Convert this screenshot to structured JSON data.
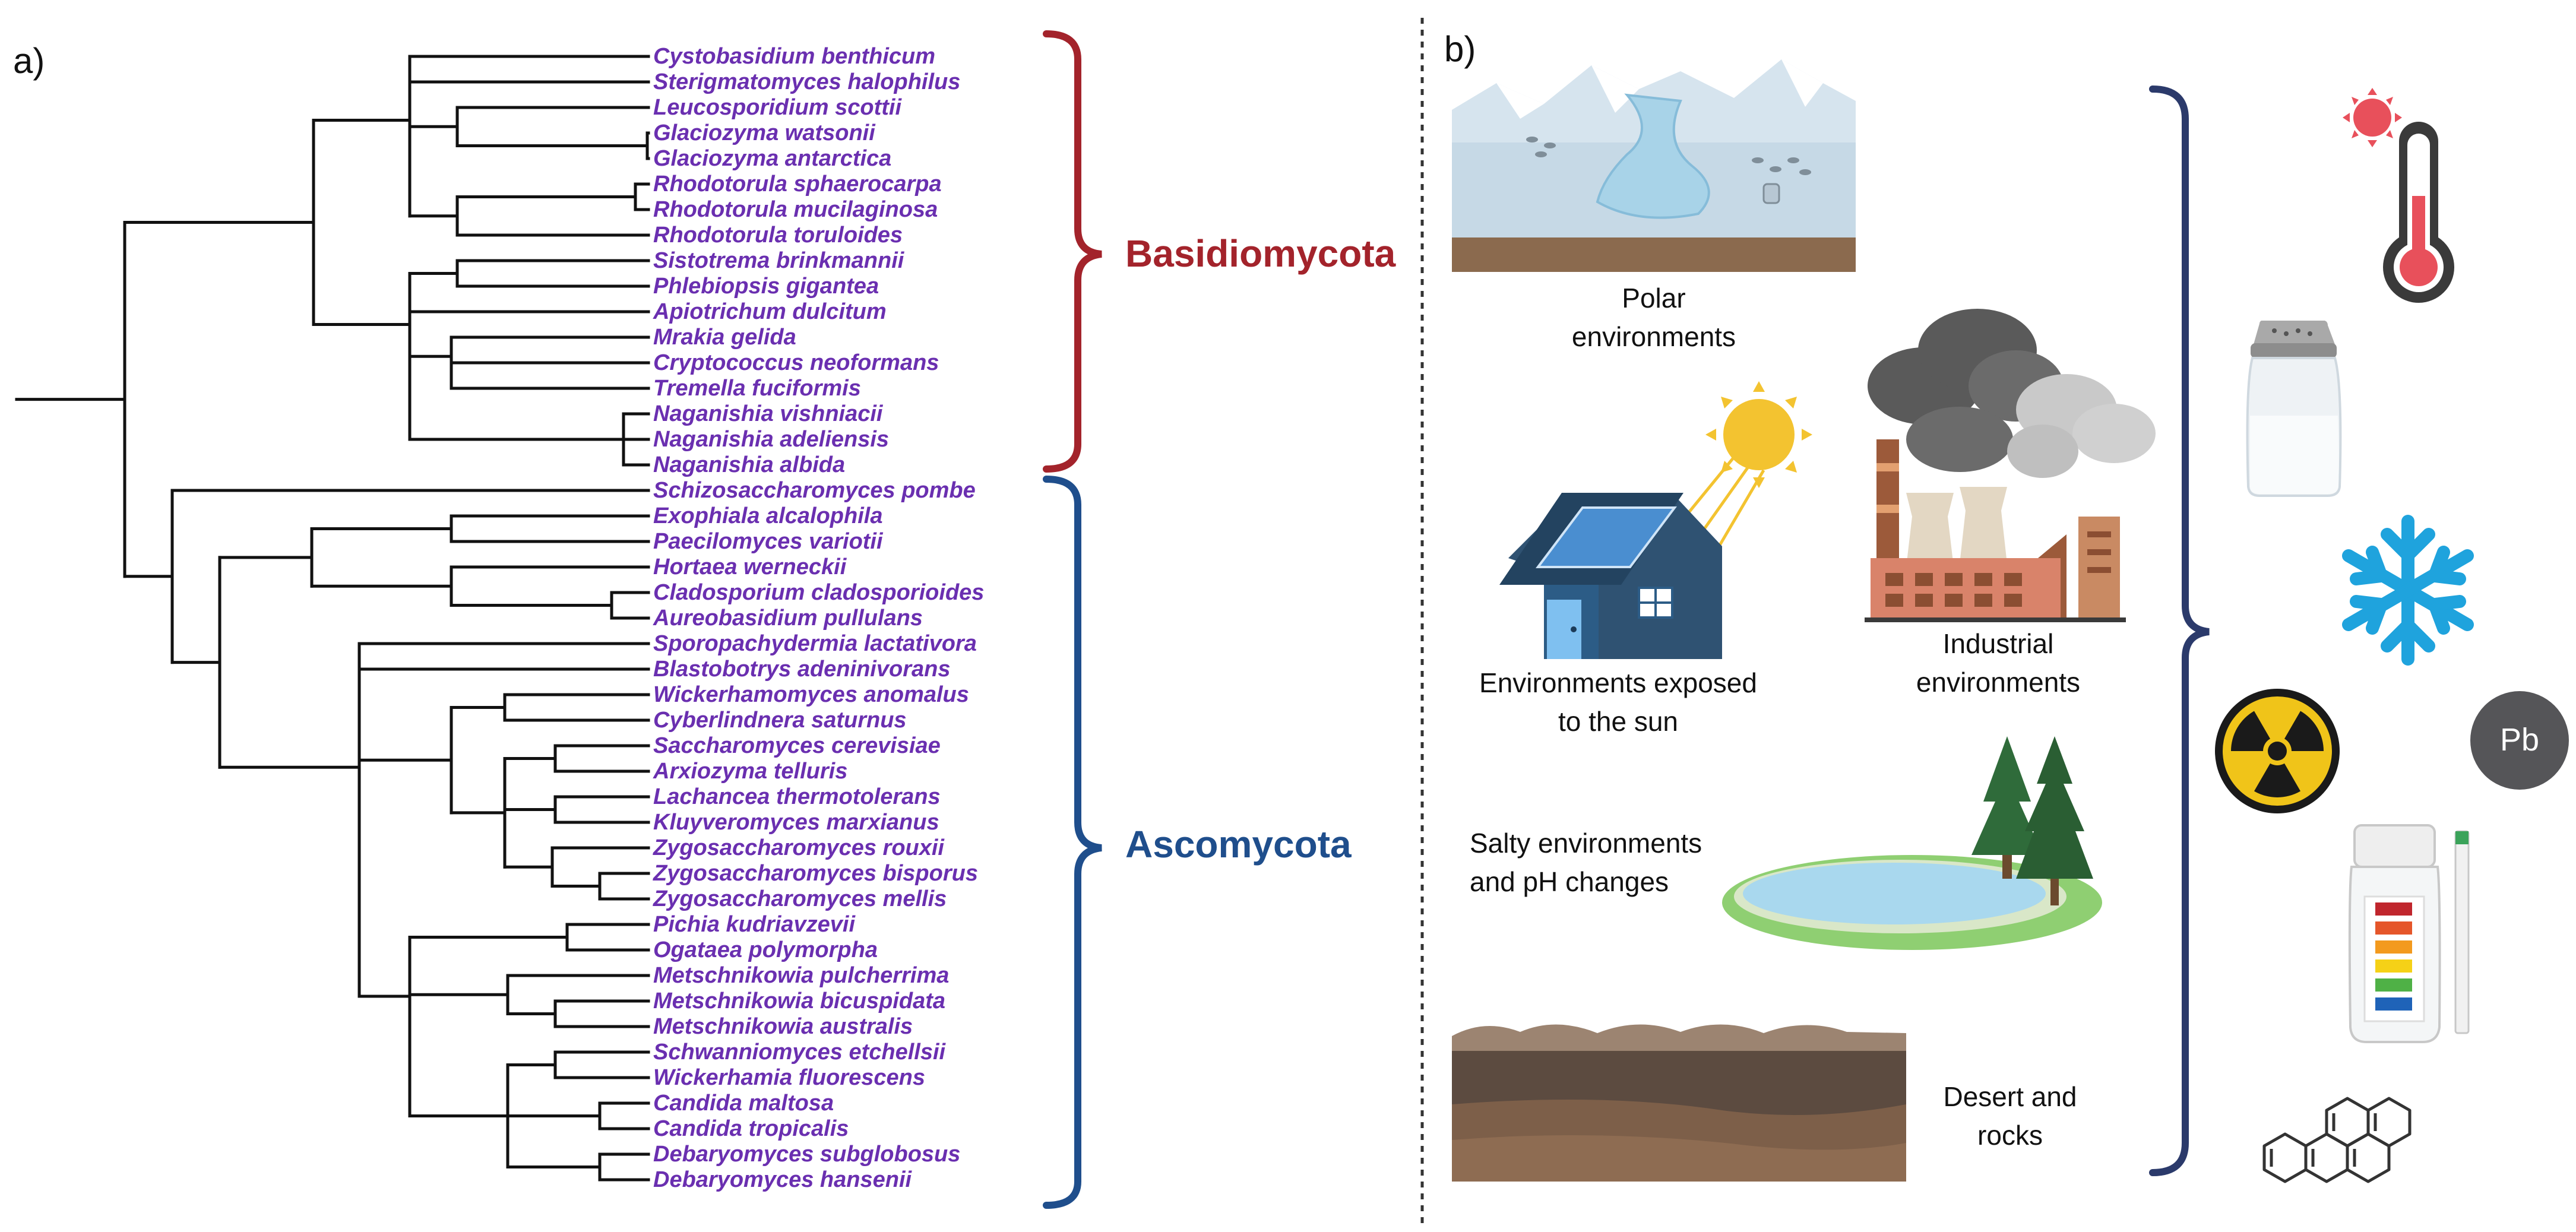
{
  "panels": {
    "a": "a)",
    "b": "b)"
  },
  "taxa": [
    "Cystobasidium benthicum",
    "Sterigmatomyces halophilus",
    "Leucosporidium scottii",
    "Glaciozyma watsonii",
    "Glaciozyma antarctica",
    "Rhodotorula sphaerocarpa",
    "Rhodotorula mucilaginosa",
    "Rhodotorula toruloides",
    "Sistotrema brinkmannii",
    "Phlebiopsis gigantea",
    "Apiotrichum dulcitum",
    "Mrakia gelida",
    "Cryptococcus neoformans",
    "Tremella fuciformis",
    "Naganishia vishniacii",
    "Naganishia adeliensis",
    "Naganishia albida",
    "Schizosaccharomyces pombe",
    "Exophiala alcalophila",
    "Paecilomyces variotii",
    "Hortaea werneckii",
    "Cladosporium cladosporioides",
    "Aureobasidium pullulans",
    "Sporopachydermia lactativora",
    "Blastobotrys adeninivorans",
    "Wickerhamomyces anomalus",
    "Cyberlindnera saturnus",
    "Saccharomyces cerevisiae",
    "Arxiozyma telluris",
    "Lachancea thermotolerans",
    "Kluyveromyces marxianus",
    "Zygosaccharomyces rouxii",
    "Zygosaccharomyces bisporus",
    "Zygosaccharomyces mellis",
    "Pichia kudriavzevii",
    "Ogataea polymorpha",
    "Metschnikowia pulcherrima",
    "Metschnikowia bicuspidata",
    "Metschnikowia australis",
    "Schwanniomyces etchellsii",
    "Wickerhamia fluorescens",
    "Candida maltosa",
    "Candida tropicalis",
    "Debaryomyces subglobosus",
    "Debaryomyces hansenii"
  ],
  "groups": {
    "basidiomycota": {
      "label": "Basidiomycota",
      "color": "#a3232b"
    },
    "ascomycota": {
      "label": "Ascomycota",
      "color": "#1f4e8c"
    }
  },
  "environments": {
    "polar": "Polar environments",
    "sun_line1": "Environments exposed",
    "sun_line2": "to the sun",
    "industrial_line1": "Industrial",
    "industrial_line2": "environments",
    "salty_line1": "Salty environments",
    "salty_line2": "and pH changes",
    "desert_line1": "Desert and",
    "desert_line2": "rocks"
  },
  "stress_icons": {
    "heat": "thermometer-icon",
    "salt": "salt-shaker-icon",
    "cold": "snowflake-icon",
    "radiation": "radiation-icon",
    "heavy_metal": "Pb",
    "ph": "ph-test-icon",
    "hydrocarbon": "pyrene-molecule-icon"
  },
  "colors": {
    "taxa": "#6a2fb0",
    "tree": "#111111",
    "bracket_basidio": "#a3232b",
    "bracket_asco": "#1f4e8c",
    "stress_bracket": "#2b3a6b"
  }
}
